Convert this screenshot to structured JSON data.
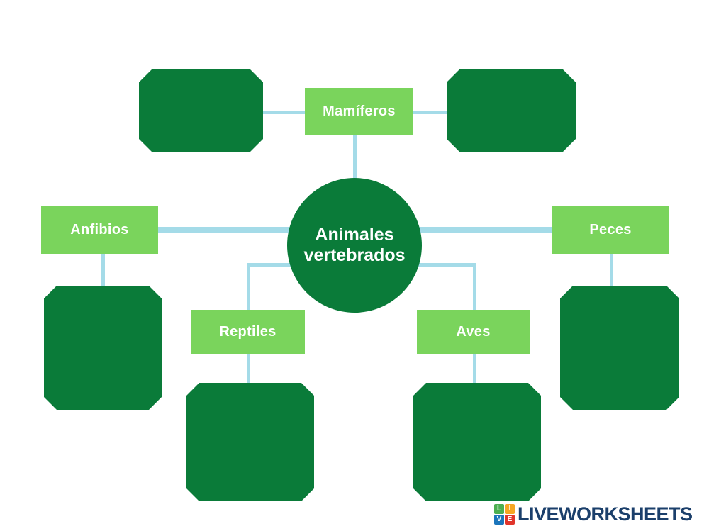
{
  "worksheet": {
    "title": "Animales vertebrados",
    "colors": {
      "dark_green": "#0a7b39",
      "light_green": "#7ad45c",
      "connector_blue": "#a4dbe8",
      "background": "#ffffff",
      "logo_navy": "#1b3f6b"
    },
    "center_node": {
      "line1": "Animales",
      "line2": "vertebrados"
    },
    "labels": [
      {
        "name": "mamiferos",
        "text": "Mamíferos"
      },
      {
        "name": "anfibios",
        "text": "Anfibios"
      },
      {
        "name": "peces",
        "text": "Peces"
      },
      {
        "name": "reptiles",
        "text": "Reptiles"
      },
      {
        "name": "aves",
        "text": "Aves"
      }
    ],
    "answer_boxes": [
      {
        "name": "mamiferos-left",
        "value": ""
      },
      {
        "name": "mamiferos-right",
        "value": ""
      },
      {
        "name": "anfibios-below",
        "value": ""
      },
      {
        "name": "peces-below",
        "value": ""
      },
      {
        "name": "reptiles-below",
        "value": ""
      },
      {
        "name": "aves-below",
        "value": ""
      }
    ]
  },
  "footer": {
    "logo_tiles": [
      "LI",
      "VE"
    ],
    "logo_tile_letters": [
      "L",
      "I",
      "V",
      "E"
    ],
    "wordmark": "LIVEWORKSHEETS"
  }
}
